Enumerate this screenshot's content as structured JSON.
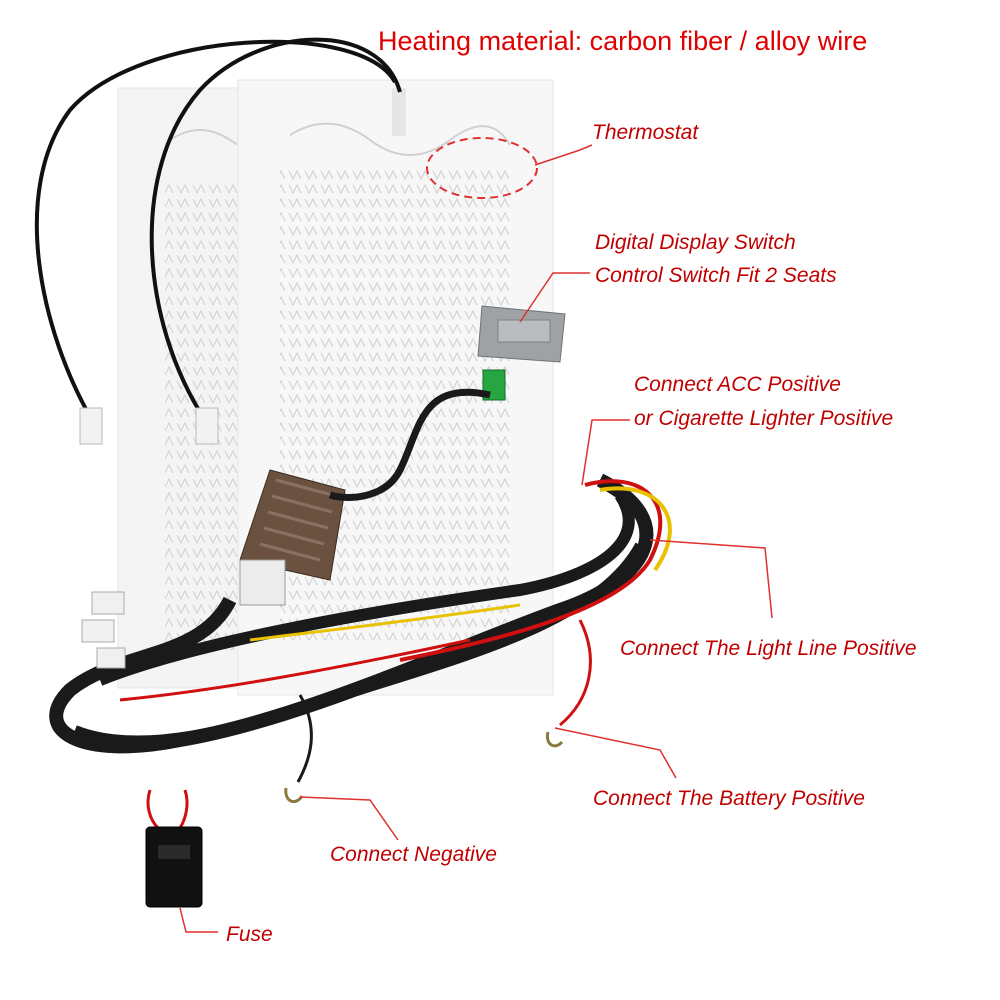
{
  "title": "Heating material: carbon fiber / alloy wire",
  "labels": {
    "thermostat": "Thermostat",
    "switch_line1": "Digital Display Switch",
    "switch_line2": "Control Switch Fit 2 Seats",
    "acc_line1": "Connect ACC Positive",
    "acc_line2": "or Cigarette Lighter Positive",
    "light_line": "Connect The Light Line Positive",
    "battery": "Connect The Battery Positive",
    "negative": "Connect Negative",
    "fuse": "Fuse"
  },
  "colors": {
    "title": "#e00000",
    "label": "#c00000",
    "leader_line": "#e03030",
    "pad": "#f3f3f3",
    "harness": "#1a1a1a",
    "red_wire": "#d01010",
    "yellow_wire": "#e8c200"
  }
}
